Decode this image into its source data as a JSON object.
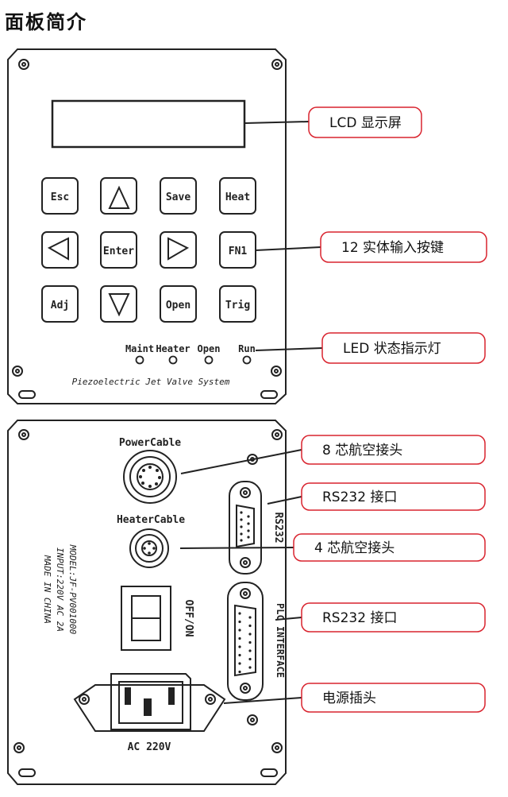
{
  "page_title": "面板简介",
  "front_panel": {
    "keys": [
      {
        "id": "esc",
        "label": "Esc"
      },
      {
        "id": "up",
        "label": "",
        "icon": "triangle-up-icon"
      },
      {
        "id": "save",
        "label": "Save"
      },
      {
        "id": "heat",
        "label": "Heat"
      },
      {
        "id": "left",
        "label": "",
        "icon": "triangle-left-icon"
      },
      {
        "id": "enter",
        "label": "Enter"
      },
      {
        "id": "right",
        "label": "",
        "icon": "triangle-right-icon"
      },
      {
        "id": "fn1",
        "label": "FN1"
      },
      {
        "id": "adj",
        "label": "Adj"
      },
      {
        "id": "down",
        "label": "",
        "icon": "triangle-down-icon"
      },
      {
        "id": "open",
        "label": "Open"
      },
      {
        "id": "trig",
        "label": "Trig"
      }
    ],
    "leds": [
      "Maint",
      "Heater",
      "Open",
      "Run"
    ],
    "system_name": "Piezoelectric Jet Valve System"
  },
  "rear_panel": {
    "power_cable": "PowerCable",
    "heater_cable": "HeaterCable",
    "rs232_label": "RS232",
    "plc_interface": "PLC INTERFACE",
    "switch_label": "OFF/ON",
    "ac_label": "AC 220V",
    "model_lines": [
      "MODEL:JF-PV001000",
      "INPUT:220V AC 2A",
      "MADE IN CHINA"
    ]
  },
  "callouts": {
    "lcd": "LCD 显示屏",
    "keys": "12 实体输入按键",
    "led": "LED 状态指示灯",
    "power_conn": "8 芯航空接头",
    "rs232_a": "RS232 接口",
    "heater_conn": "4 芯航空接头",
    "rs232_b": "RS232 接口",
    "plug": "电源插头"
  },
  "colors": {
    "outline": "#222222",
    "callout_border": "#d9232e"
  }
}
